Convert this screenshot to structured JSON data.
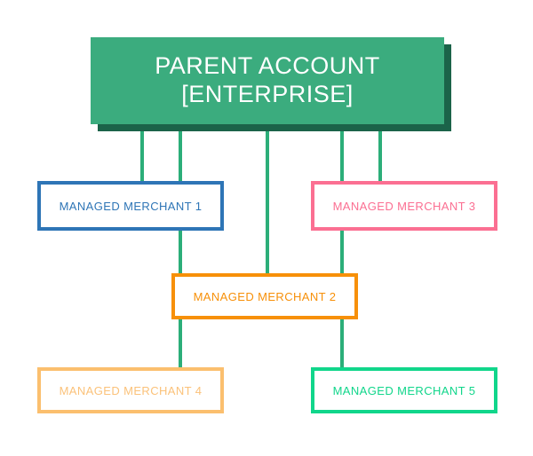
{
  "diagram": {
    "title_text": "PARENT ACCOUNT\n[ENTERPRISE]",
    "background_color": "#FFFFFF",
    "connector_color": "#2CAE79",
    "parent": {
      "label": "PARENT ACCOUNT\n[ENTERPRISE]",
      "line1": "PARENT ACCOUNT",
      "line2": "[ENTERPRISE]",
      "fill_color": "#3BAC7E",
      "shadow_color": "#1B6349",
      "text_color": "#FFFFFF"
    },
    "nodes": [
      {
        "id": "merchant-1",
        "label": "MANAGED MERCHANT 1",
        "border_color": "#2E75B6",
        "text_color": "#2E75B6",
        "fill_color": "#FFFFFF"
      },
      {
        "id": "merchant-2",
        "label": "MANAGED MERCHANT 2",
        "border_color": "#F79009",
        "text_color": "#F79009",
        "fill_color": "#FFFFFF"
      },
      {
        "id": "merchant-3",
        "label": "MANAGED MERCHANT 3",
        "border_color": "#FB6F92",
        "text_color": "#FB6F92",
        "fill_color": "#FFFFFF"
      },
      {
        "id": "merchant-4",
        "label": "MANAGED MERCHANT 4",
        "border_color": "#FBBF6E",
        "text_color": "#FBC27A",
        "fill_color": "#FFFFFF"
      },
      {
        "id": "merchant-5",
        "label": "MANAGED MERCHANT 5",
        "border_color": "#11D68B",
        "text_color": "#11D68B",
        "fill_color": "#FFFFFF"
      }
    ],
    "connections": [
      {
        "from": "parent-account",
        "to": "merchant-1"
      },
      {
        "from": "parent-account",
        "to": "merchant-1-through"
      },
      {
        "from": "parent-account",
        "to": "merchant-2"
      },
      {
        "from": "parent-account",
        "to": "merchant-3"
      },
      {
        "from": "parent-account",
        "to": "merchant-3-through"
      },
      {
        "from": "merchant-1",
        "to": "merchant-2"
      },
      {
        "from": "merchant-3",
        "to": "merchant-2"
      },
      {
        "from": "merchant-2",
        "to": "merchant-4"
      },
      {
        "from": "merchant-2",
        "to": "merchant-5"
      }
    ]
  }
}
